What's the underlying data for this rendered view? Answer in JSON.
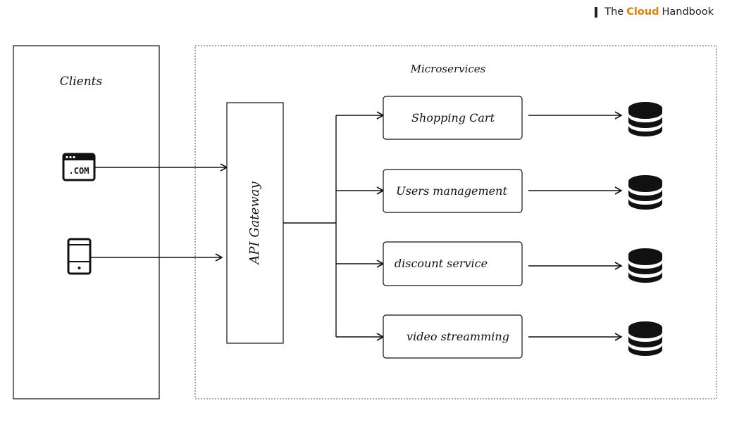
{
  "brand": {
    "pre": "The",
    "accent": "Cloud",
    "post": "Handbook",
    "accent_color": "#f07d00"
  },
  "clients": {
    "title": "Clients",
    "icons": [
      "web-browser-icon",
      "mobile-phone-icon"
    ],
    "web_label": ".COM"
  },
  "microservices": {
    "title": "Microservices"
  },
  "gateway": {
    "label": "API Gateway"
  },
  "services": [
    {
      "label": "Shopping Cart"
    },
    {
      "label": "Users management"
    },
    {
      "label": "discount service"
    },
    {
      "label": "video streamming"
    }
  ],
  "database_icon": "database-icon"
}
